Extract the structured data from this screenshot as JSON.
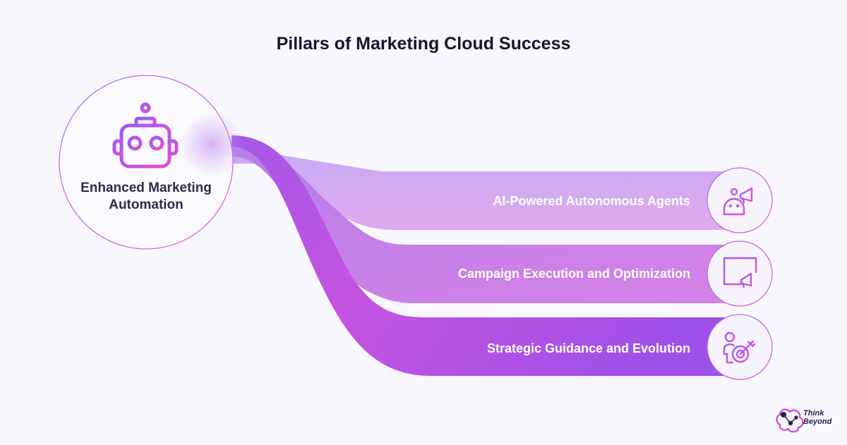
{
  "title": "Pillars of Marketing Cloud Success",
  "hub": {
    "label": "Enhanced Marketing Automation",
    "icon": "robot-icon"
  },
  "pillars": [
    {
      "label": "AI-Powered Autonomous Agents",
      "icon": "robot-megaphone-icon"
    },
    {
      "label": "Campaign Execution and Optimization",
      "icon": "calendar-megaphone-icon"
    },
    {
      "label": "Strategic Guidance and Evolution",
      "icon": "person-target-icon"
    }
  ],
  "logo": {
    "line1": "Think",
    "line2": "Beyond"
  },
  "colors": {
    "accent_purple": "#a352e8",
    "accent_pink": "#d84fd8",
    "text_dark": "#2a2d4e"
  }
}
